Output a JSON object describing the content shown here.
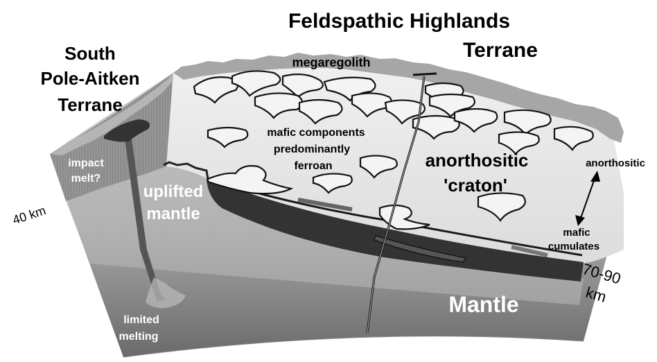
{
  "labels": {
    "fht_title": "Feldspathic Highlands",
    "fht_terrane": "Terrane",
    "spa_line1": "South",
    "spa_line2": "Pole-Aitken",
    "spa_line3": "Terrane",
    "megaregolith": "megaregolith",
    "mafic_line1": "mafic components",
    "mafic_line2": "predominantly",
    "mafic_line3": "ferroan",
    "craton_line1": "anorthositic",
    "craton_line2": "'craton'",
    "anorthositic_side": "anorthositic",
    "cumulates_line1": "mafic",
    "cumulates_line2": "cumulates",
    "impact_line1": "impact",
    "impact_line2": "melt?",
    "uplifted_line1": "uplifted",
    "uplifted_line2": "mantle",
    "depth_40": "40 km",
    "depth_7090_line1": "70-90",
    "depth_7090_line2": "km",
    "mantle": "Mantle",
    "limited_line1": "limited",
    "limited_line2": "melting"
  },
  "colors": {
    "mantle_top": "#d4d4d4",
    "mantle_bottom": "#6e6e6e",
    "crust_fill": "#e9e9e9",
    "regolith": "#a3a3a3",
    "spa_crust": "#8e8e8e",
    "dark_layer": "#333333",
    "blob_fill": "#f4f4f4"
  }
}
